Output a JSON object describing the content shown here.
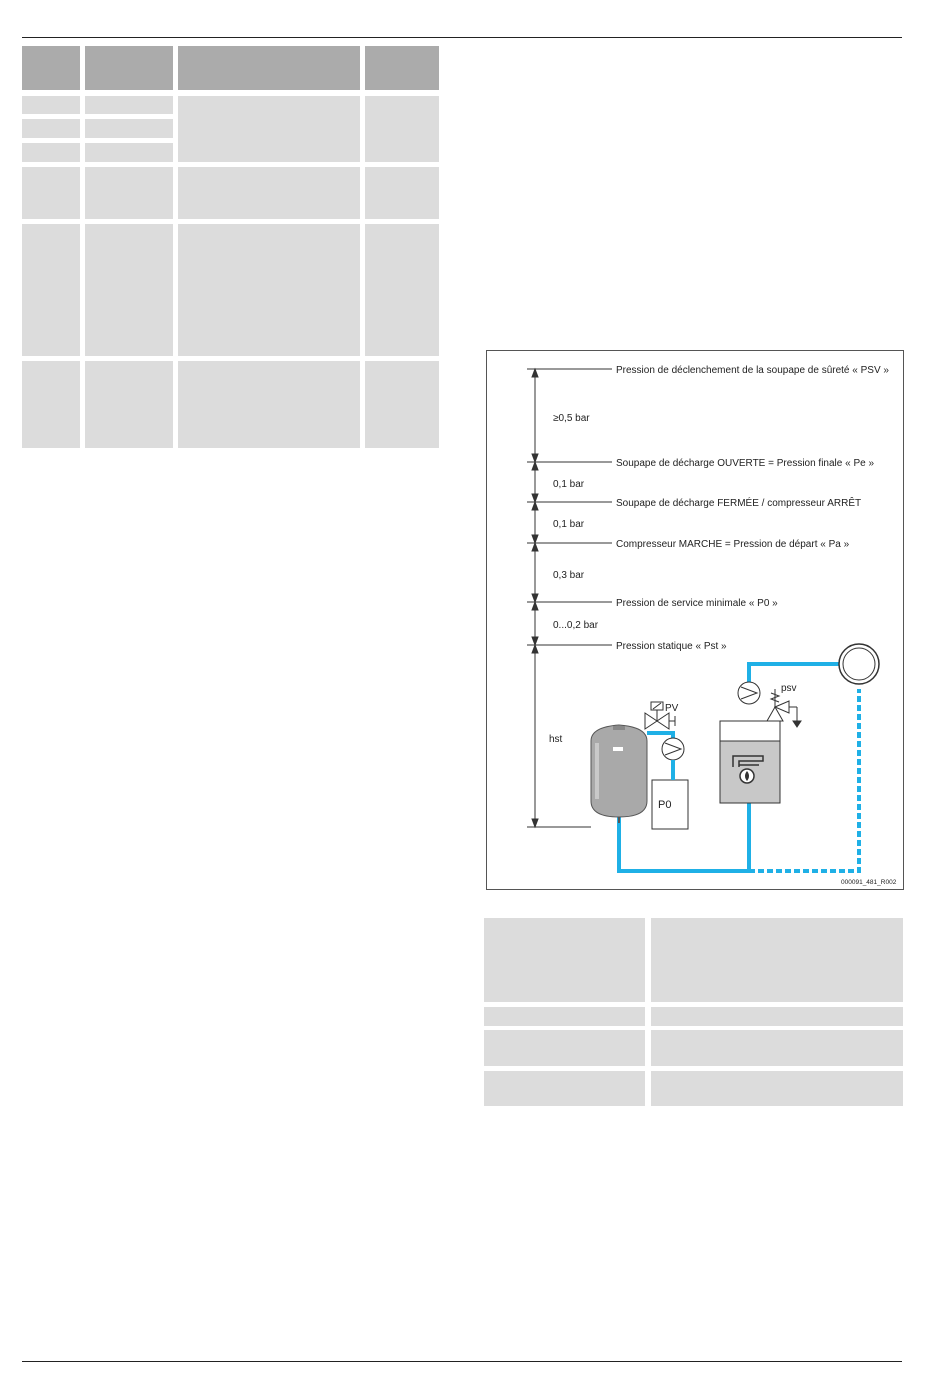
{
  "diagram": {
    "labels": {
      "psv": "Pression de déclenchement de la soupape de sûreté « PSV »",
      "pe": "Soupape de décharge OUVERTE = Pression finale « Pe »",
      "closed": "Soupape de décharge FERMÉE / compresseur ARRÊT",
      "pa": "Compresseur MARCHE = Pression de départ « Pa »",
      "p0": "Pression de service minimale « P0 »",
      "pst": "Pression statique « Pst »"
    },
    "gaps": {
      "g1": "≥0,5 bar",
      "g2": "0,1 bar",
      "g3": "0,1 bar",
      "g4": "0,3 bar",
      "g5": "0...0,2 bar",
      "hst": "hst"
    },
    "components": {
      "pv": "PV",
      "psv_valve": "psv",
      "p0_box": "P0"
    },
    "figure_id": "000091_481_R002",
    "colors": {
      "pipe": "#1fb0e6",
      "line": "#333333",
      "tank": "#a9a9a9"
    }
  }
}
